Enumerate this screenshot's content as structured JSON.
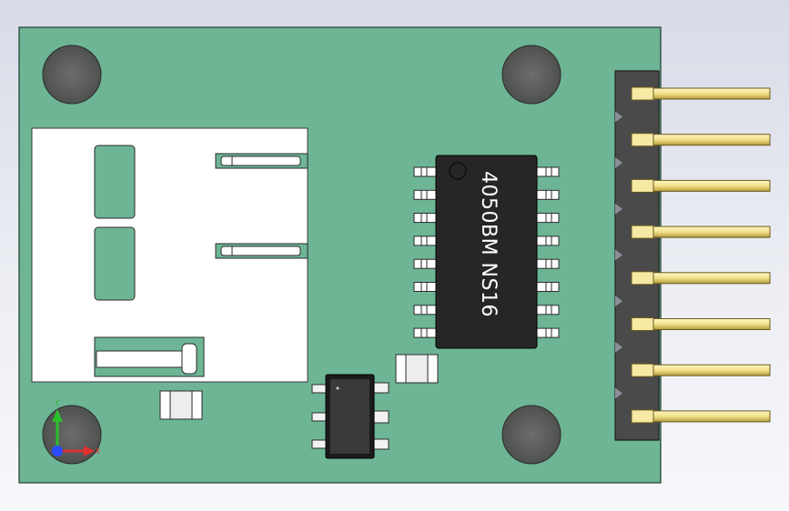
{
  "chip": {
    "marking": "4050BM NS16"
  },
  "triad": {
    "x_label": "X",
    "y_label": "Y"
  },
  "colors": {
    "board": "#6db595",
    "hole": "#5d5f5e",
    "ic": "#262626",
    "header": "#4a4a4a",
    "pin": "#f1e08a"
  }
}
